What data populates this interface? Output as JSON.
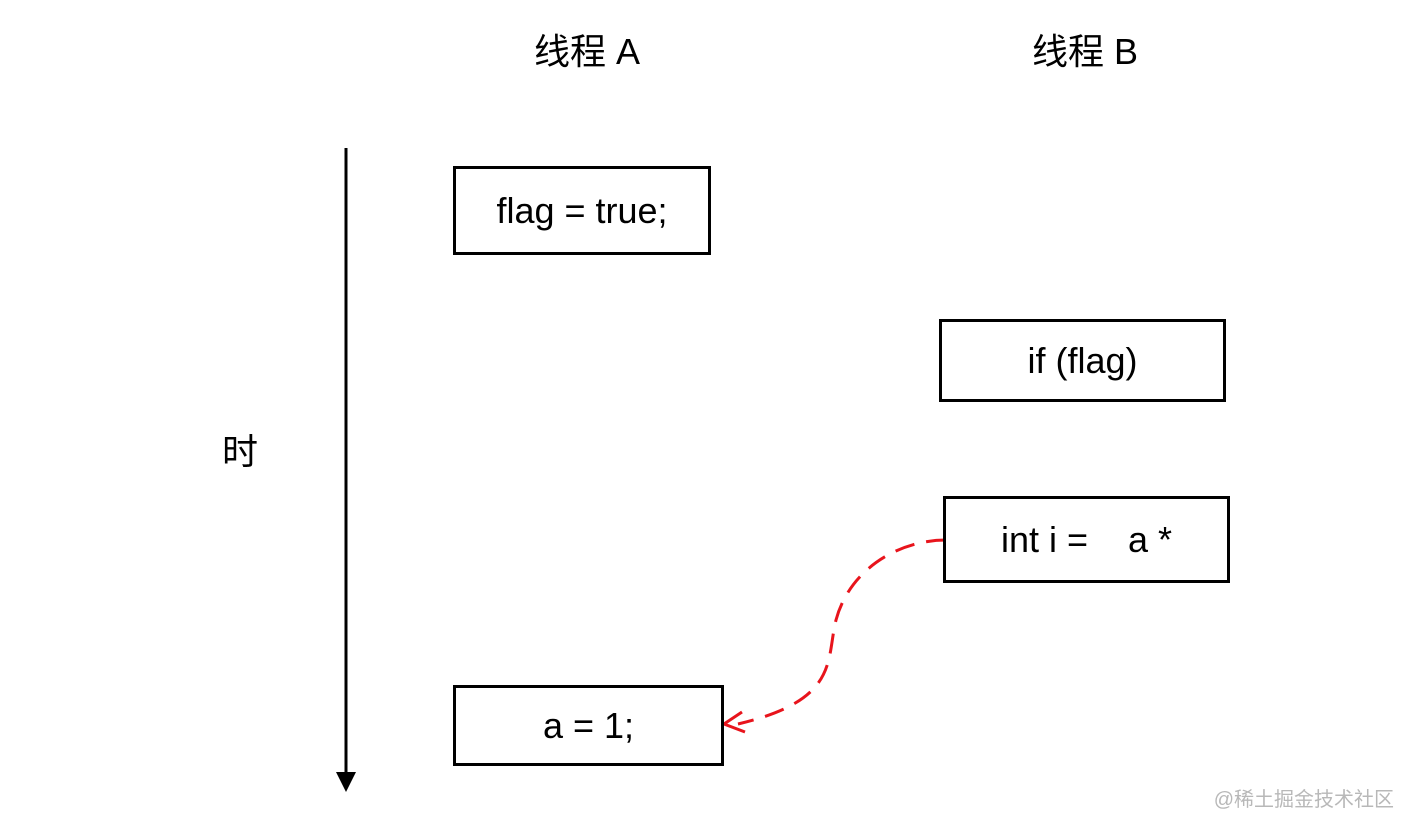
{
  "headers": {
    "thread_a": "线程 A",
    "thread_b": "线程 B"
  },
  "time_axis": {
    "label": "时"
  },
  "thread_a": {
    "steps": [
      "flag = true;",
      "a = 1;"
    ]
  },
  "thread_b": {
    "steps": [
      "if (flag)",
      "int i =    a *"
    ]
  },
  "colors": {
    "dependency_arrow": "#e8141c",
    "box_border": "#000000",
    "watermark": "#b8b8b8"
  },
  "watermark": "@稀土掘金技术社区"
}
